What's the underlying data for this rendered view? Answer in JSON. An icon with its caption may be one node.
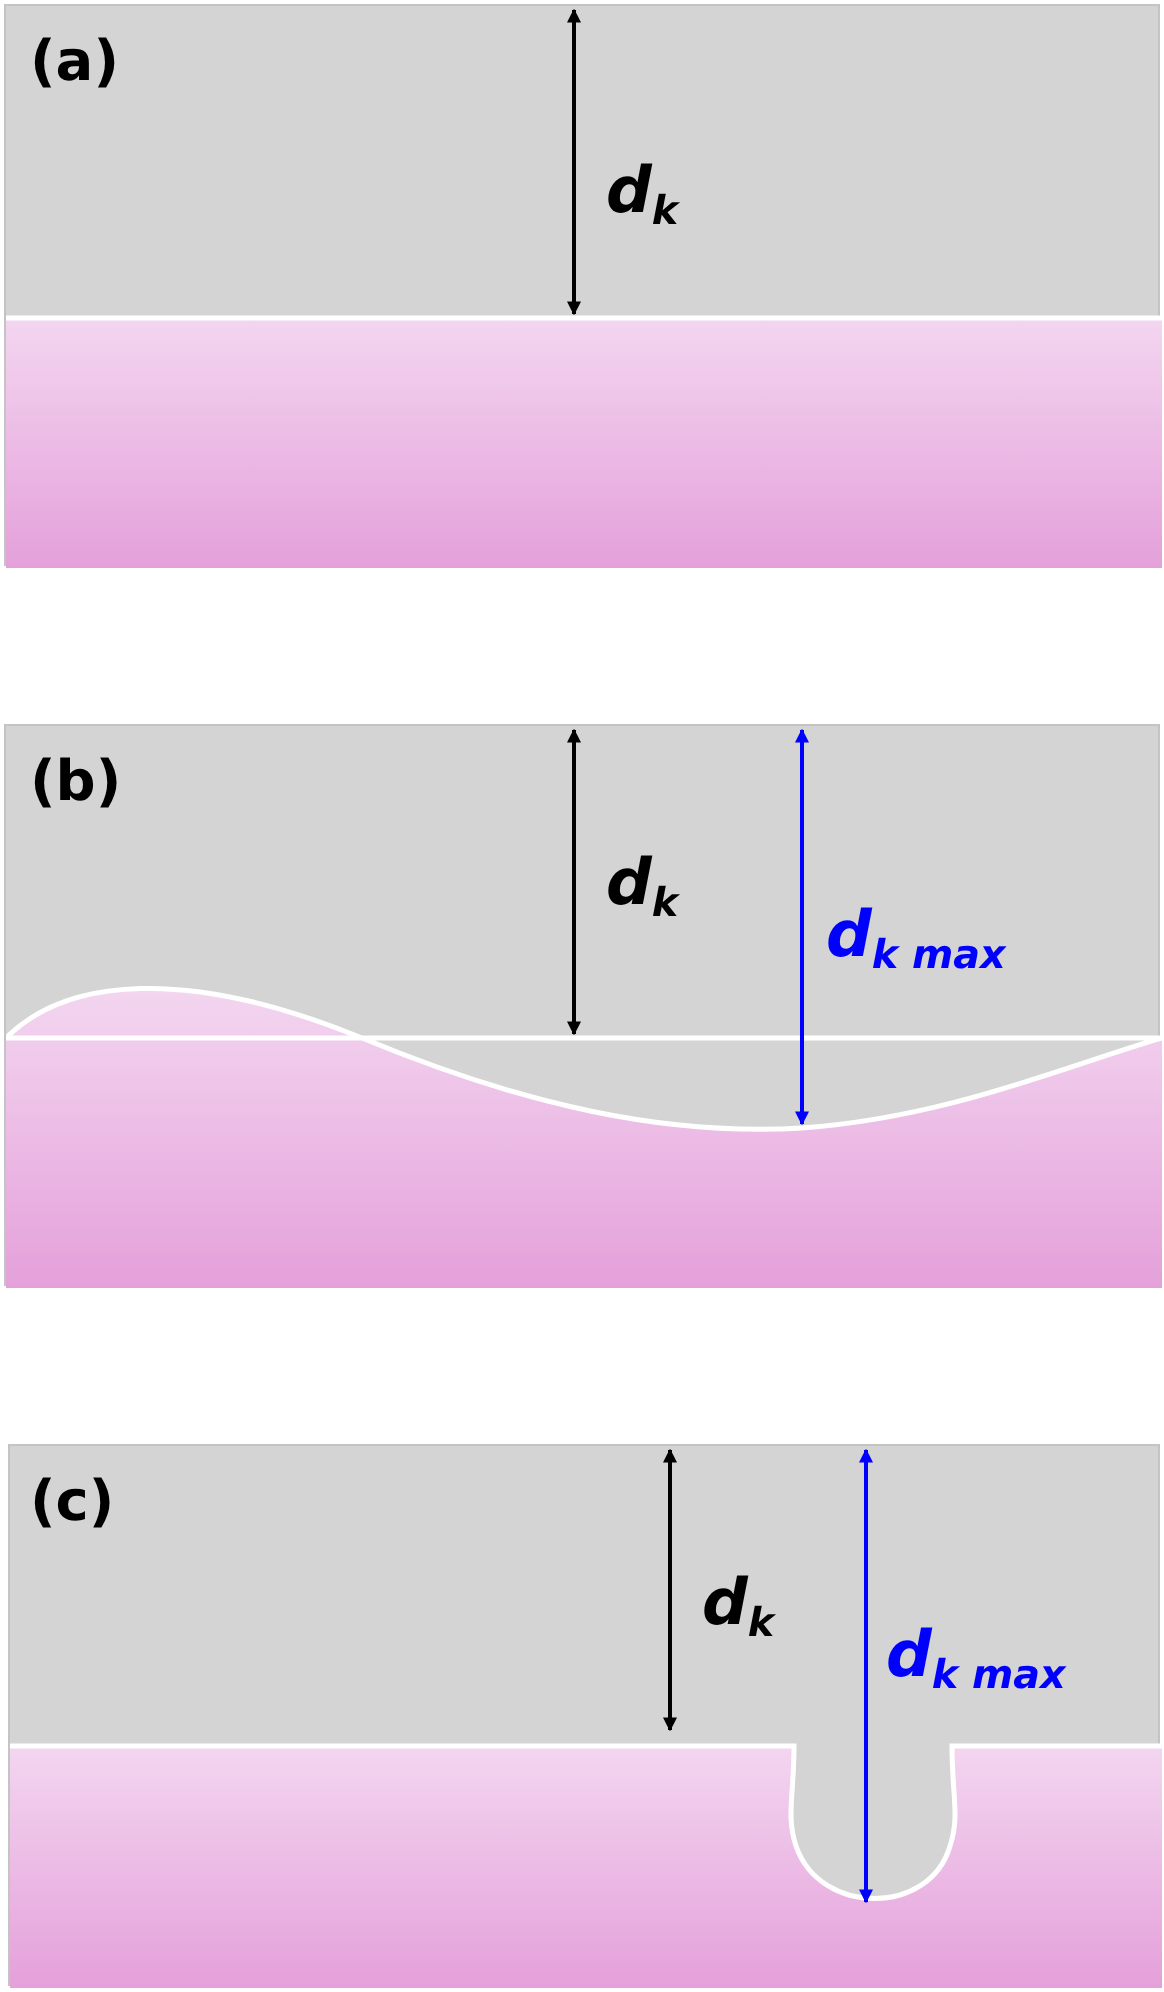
{
  "diagram": {
    "nodes": [
      {
        "text": [
          "(a)",
          "d$_{k}$"
        ]
      },
      {
        "text": [
          "(b)",
          "d$_{k}$",
          "d$_{k max}$"
        ]
      },
      {
        "text": [
          "(c)",
          "d$_{k}$",
          "d$_{k max}$"
        ]
      }
    ]
  }
}
